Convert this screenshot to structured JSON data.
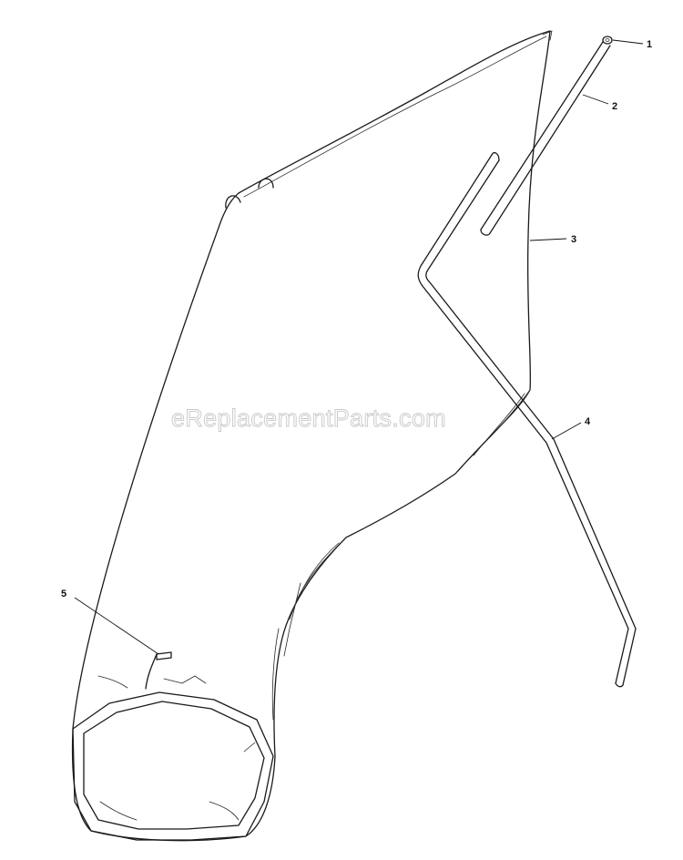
{
  "watermark": "eReplacementParts.com",
  "callouts": [
    {
      "id": "1",
      "label": "1"
    },
    {
      "id": "2",
      "label": "2"
    },
    {
      "id": "3",
      "label": "3"
    },
    {
      "id": "4",
      "label": "4"
    },
    {
      "id": "5",
      "label": "5"
    }
  ]
}
